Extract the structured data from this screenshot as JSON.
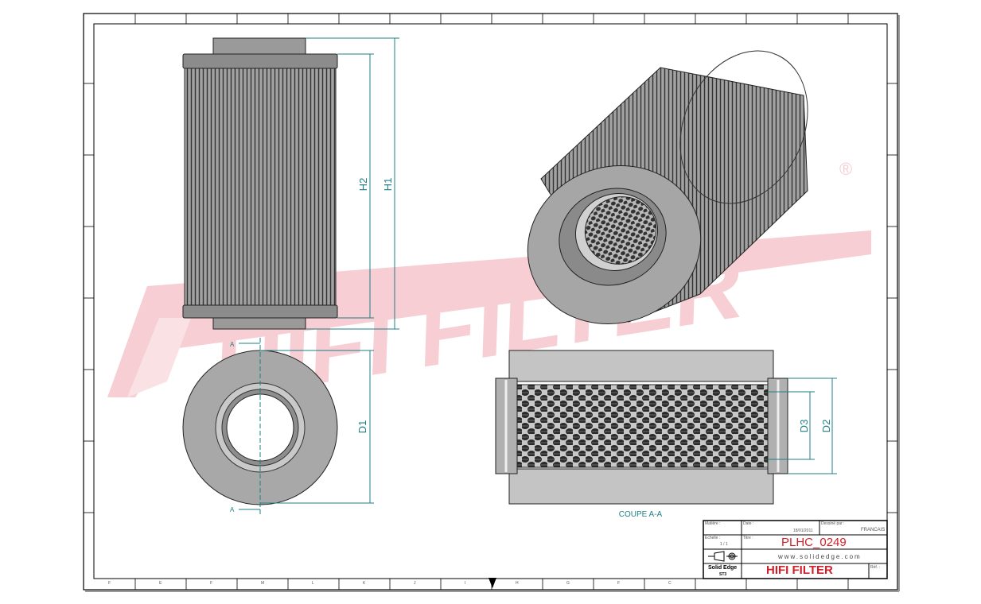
{
  "watermark": {
    "text": "HIFI FILTER",
    "registered": "®",
    "color": "#f5c6cc"
  },
  "dimensions": {
    "h1": "H1",
    "h2": "H2",
    "d1": "D1",
    "d2": "D2",
    "d3": "D3",
    "section_marker": "A"
  },
  "section_caption": "COUPE A-A",
  "border_bottom_labels": [
    "F",
    "E",
    "F",
    "M",
    "L",
    "K",
    "J",
    "I",
    "H",
    "G",
    "F",
    "C"
  ],
  "title_block": {
    "material_label": "Matière :",
    "date_label": "Date :",
    "date_value": "18/01/2011",
    "drawn_label": "Dessiné par :",
    "drawn_value": "FRANCAIS",
    "scale_label": "Echelle :",
    "scale_value": "1 / 1",
    "title_label": "Titre :",
    "part_number": "PLHC_0249",
    "website": "www.solidedge.com",
    "software": "Solid Edge",
    "software_sub": "ST3",
    "company": "HIFI FILTER",
    "sheet_label": "Réf. :"
  },
  "colors": {
    "dimension": "#1f7f86",
    "accent_red": "#d0202a",
    "part_gray": "#9a9a9a"
  }
}
